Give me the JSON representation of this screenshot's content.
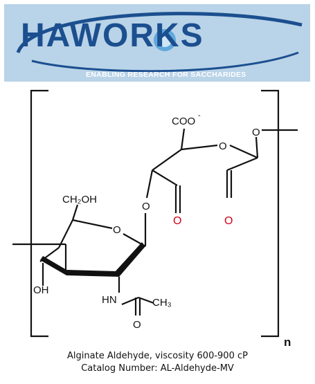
{
  "logo": {
    "brand": "HAWORKS",
    "tagline": "ENABLING RESEARCH FOR SACCHARIDES",
    "colors": {
      "banner": "#b9d3e8",
      "brand": "#1b4f8f",
      "swoosh": "#1b4f8f",
      "tagline": "#ffffff"
    }
  },
  "structure": {
    "labels": {
      "carboxylate": "COO",
      "carboxylate_charge": "-",
      "ring_o_right": "O",
      "linker_o_top": "O",
      "linker_o_mid": "O",
      "aldehyde_o_1": "O",
      "aldehyde_o_2": "O",
      "ch2oh": "CH₂OH",
      "ring_o_left": "O",
      "hydroxyl": "OH",
      "nh": "HN",
      "ch3": "CH₃",
      "carbonyl_o": "O",
      "repeat": "n"
    },
    "colors": {
      "bond": "#111111",
      "aldehyde_o": "#d0021b"
    }
  },
  "caption": {
    "line1": "Alginate Aldehyde, viscosity 600-900 cP",
    "line2": "Catalog Number: AL-Aldehyde-MV"
  }
}
